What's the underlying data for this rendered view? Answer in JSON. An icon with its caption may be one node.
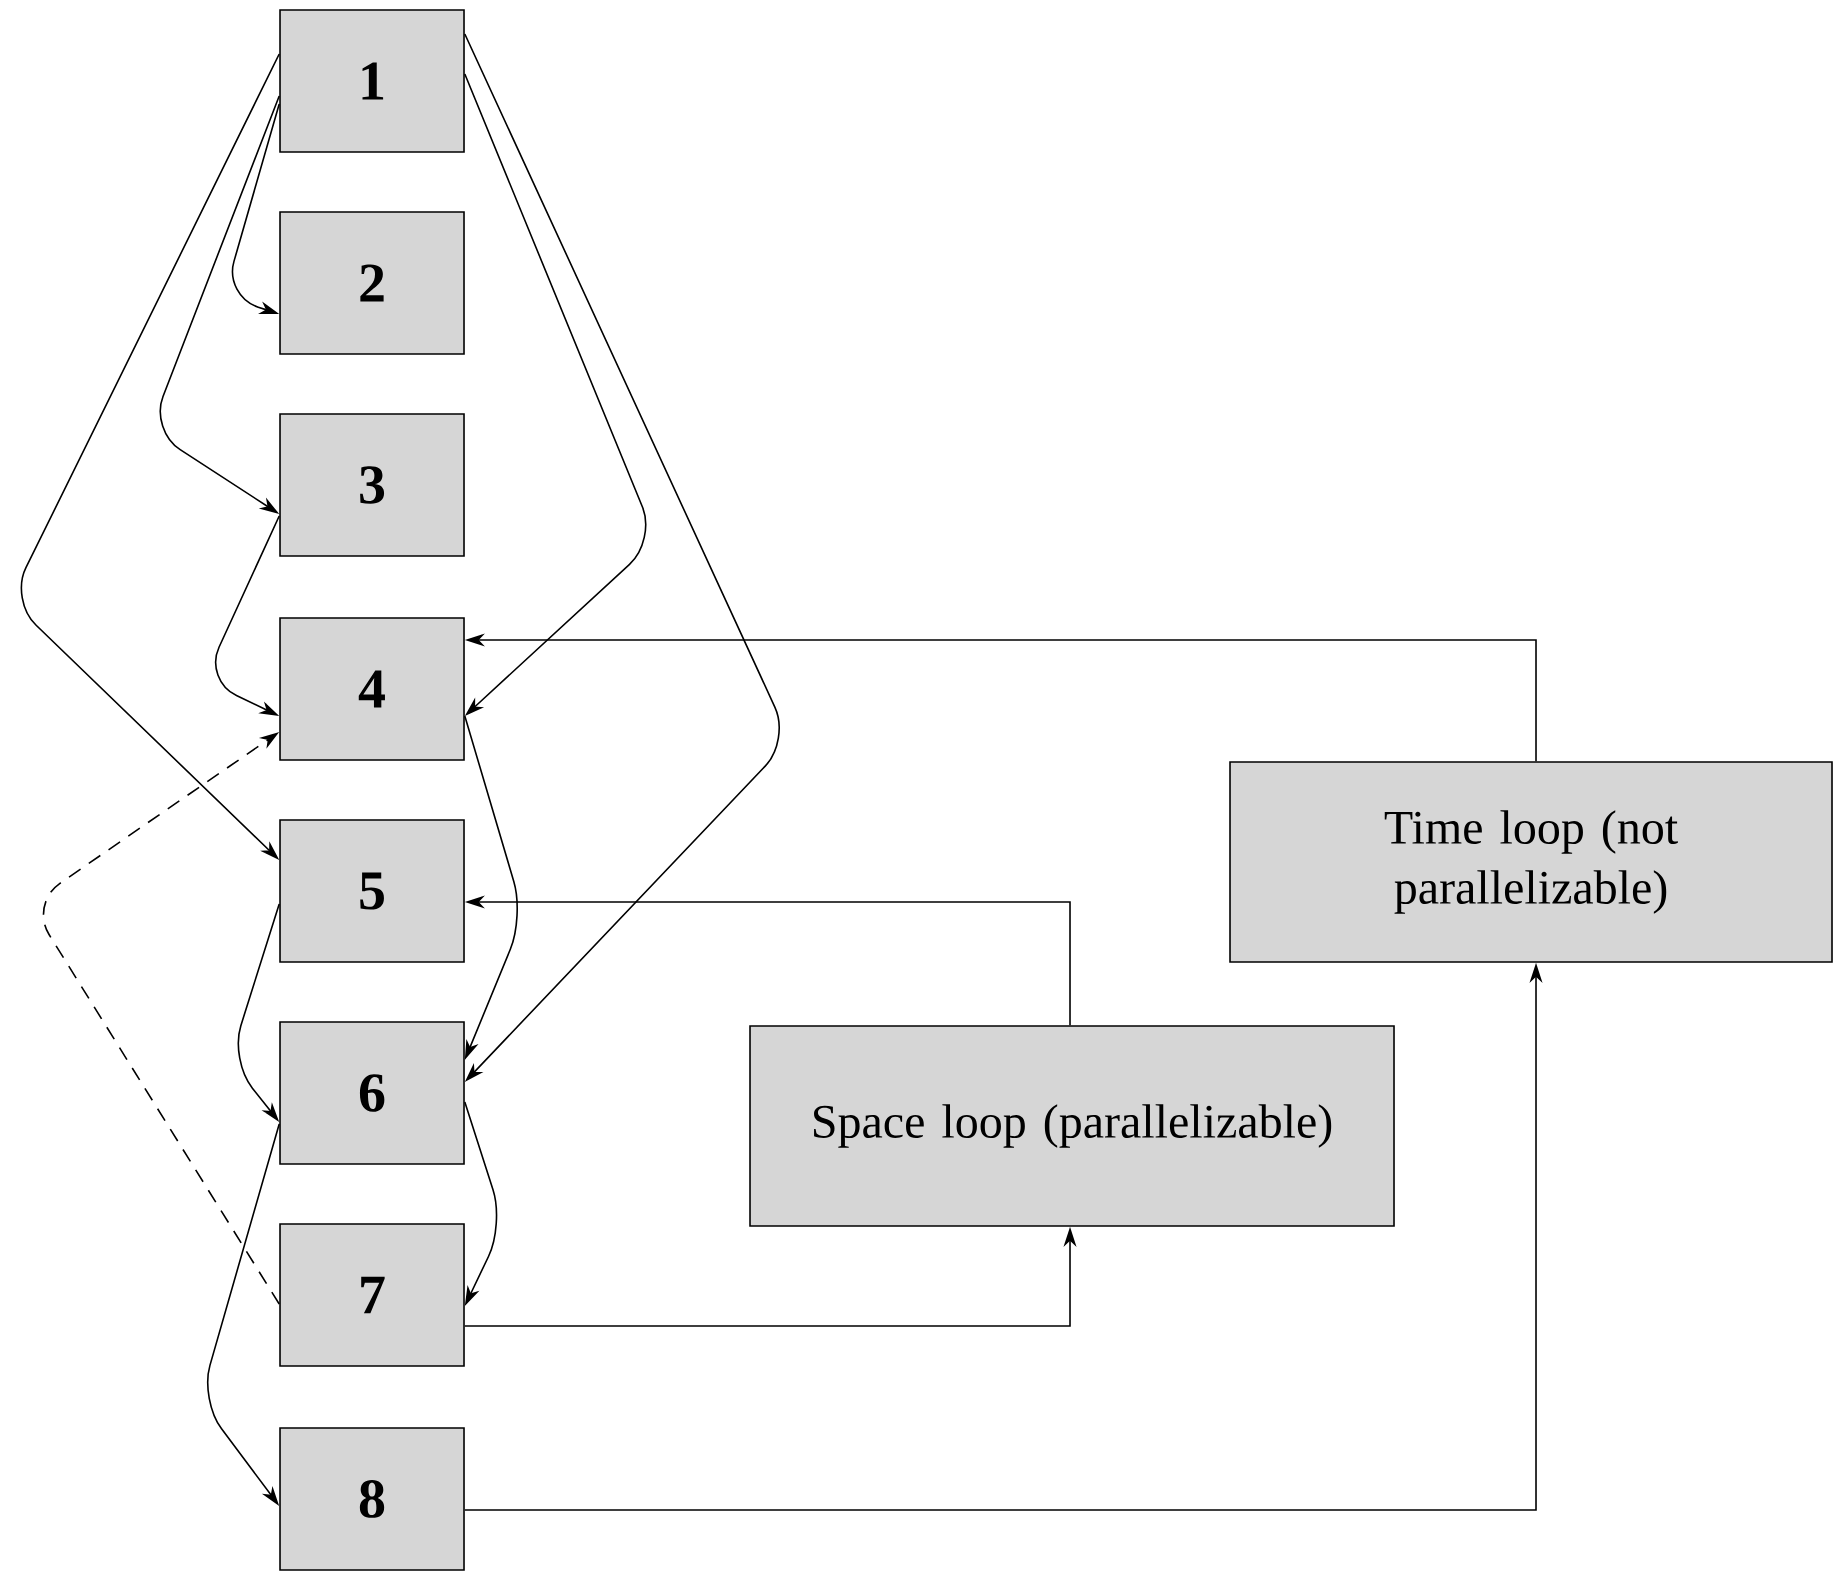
{
  "diagram": {
    "nodes": [
      {
        "text": [
          "1"
        ]
      },
      {
        "text": [
          "2"
        ]
      },
      {
        "text": [
          "3"
        ]
      },
      {
        "text": [
          "4"
        ]
      },
      {
        "text": [
          "5"
        ]
      },
      {
        "text": [
          "6"
        ]
      },
      {
        "text": [
          "7"
        ]
      },
      {
        "text": [
          "8"
        ]
      },
      {
        "text": [
          "Time loop (not parallelizable)"
        ]
      },
      {
        "text": [
          "Space loop (parallelizable)"
        ]
      }
    ],
    "edges": [
      {
        "from": 0,
        "to": 1,
        "arrow": "to"
      },
      {
        "from": 0,
        "to": 2,
        "arrow": "to"
      },
      {
        "from": 0,
        "to": 4,
        "arrow": "to"
      },
      {
        "from": 0,
        "to": 3,
        "arrow": "to"
      },
      {
        "from": 0,
        "to": 5,
        "arrow": "to"
      },
      {
        "from": 2,
        "to": 3,
        "arrow": "to"
      },
      {
        "from": 3,
        "to": 5,
        "arrow": "to"
      },
      {
        "from": 4,
        "to": 5,
        "arrow": "to"
      },
      {
        "from": 5,
        "to": 6,
        "arrow": "to"
      },
      {
        "from": 5,
        "to": 7,
        "arrow": "to"
      },
      {
        "from": 6,
        "to": 3,
        "arrow": "to",
        "style": "dashed"
      },
      {
        "from": 6,
        "to": 9,
        "arrow": "to"
      },
      {
        "from": 9,
        "to": 4,
        "arrow": "to"
      },
      {
        "from": 7,
        "to": 8,
        "arrow": "to"
      },
      {
        "from": 8,
        "to": 3,
        "arrow": "to"
      }
    ]
  }
}
